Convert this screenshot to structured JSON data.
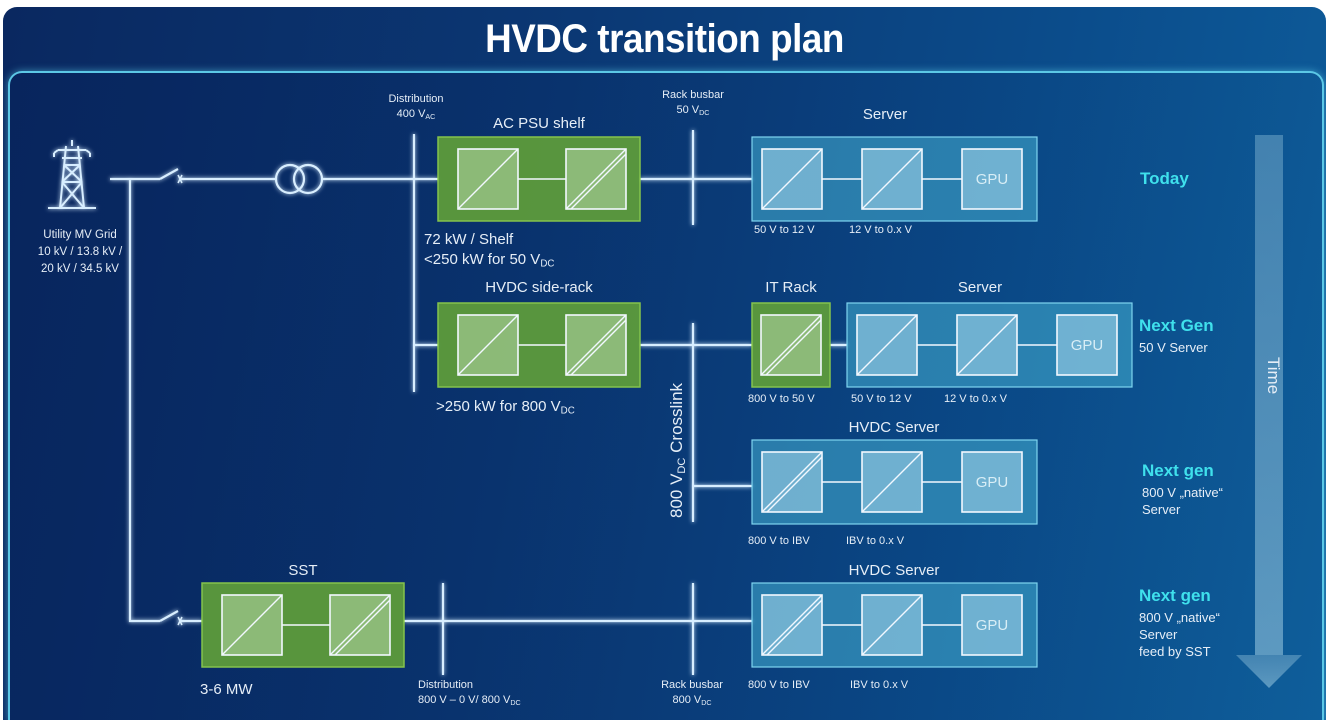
{
  "title": "HVDC transition plan",
  "colors": {
    "background": "#0b3874",
    "line": "#cfe9ff",
    "green_box": "#5f9e3a",
    "blue_box": "#3fa6cc",
    "accent_cyan": "#3fe0ec",
    "panel_border": "#5cc8e6"
  },
  "grid": {
    "icon": "transmission-tower-icon",
    "label": "Utility MV Grid",
    "voltage_line1": "10 kV / 13.8 kV /",
    "voltage_line2": "20 kV / 34.5 kV"
  },
  "transformer_icon": "transformer-icon",
  "switch_icon": "switch-icon",
  "distribution_ac": {
    "label": "Distribution",
    "voltage": "400 V",
    "sub": "AC"
  },
  "rack_busbar_50": {
    "label": "Rack busbar",
    "voltage": "50 V",
    "sub": "DC"
  },
  "ac_psu_shelf": {
    "label": "AC PSU shelf",
    "note1": "72 kW / Shelf",
    "note2_prefix": "<250 kW for 50 V",
    "note2_sub": "DC"
  },
  "hvdc_side_rack": {
    "label": "HVDC side-rack",
    "note_prefix": ">250 kW for 800 V",
    "note_sub": "DC"
  },
  "crosslink": {
    "prefix": "800 V",
    "sub": "DC",
    "suffix": " Crosslink"
  },
  "it_rack": {
    "label": "IT Rack",
    "stage": "800 V to 50 V"
  },
  "rows": [
    {
      "server_label": "Server",
      "stages": [
        "50 V to 12 V",
        "12 V to 0.x V"
      ],
      "gpu": "GPU",
      "side_title": "Today",
      "side_lines": []
    },
    {
      "server_label": "Server",
      "stages": [
        "50 V to 12 V",
        "12 V to 0.x V"
      ],
      "gpu": "GPU",
      "side_title": "Next Gen",
      "side_lines": [
        "50 V Server"
      ]
    },
    {
      "server_label": "HVDC Server",
      "stages": [
        "800 V to IBV",
        "IBV to 0.x V"
      ],
      "gpu": "GPU",
      "side_title": "Next gen",
      "side_lines": [
        "800 V „native“",
        "Server"
      ]
    },
    {
      "server_label": "HVDC Server",
      "stages": [
        "800 V to IBV",
        "IBV to 0.x V"
      ],
      "gpu": "GPU",
      "side_title": "Next gen",
      "side_lines": [
        "800 V „native“",
        "Server",
        "feed by SST"
      ]
    }
  ],
  "sst": {
    "label": "SST",
    "power": "3-6 MW"
  },
  "distribution_dc": {
    "label": "Distribution",
    "voltage_prefix": "800 V – 0 V/ 800 V",
    "sub": "DC"
  },
  "rack_busbar_800": {
    "label": "Rack busbar",
    "voltage": "800 V",
    "sub": "DC"
  },
  "time_arrow": {
    "label": "Time",
    "icon": "arrow-down-icon"
  }
}
